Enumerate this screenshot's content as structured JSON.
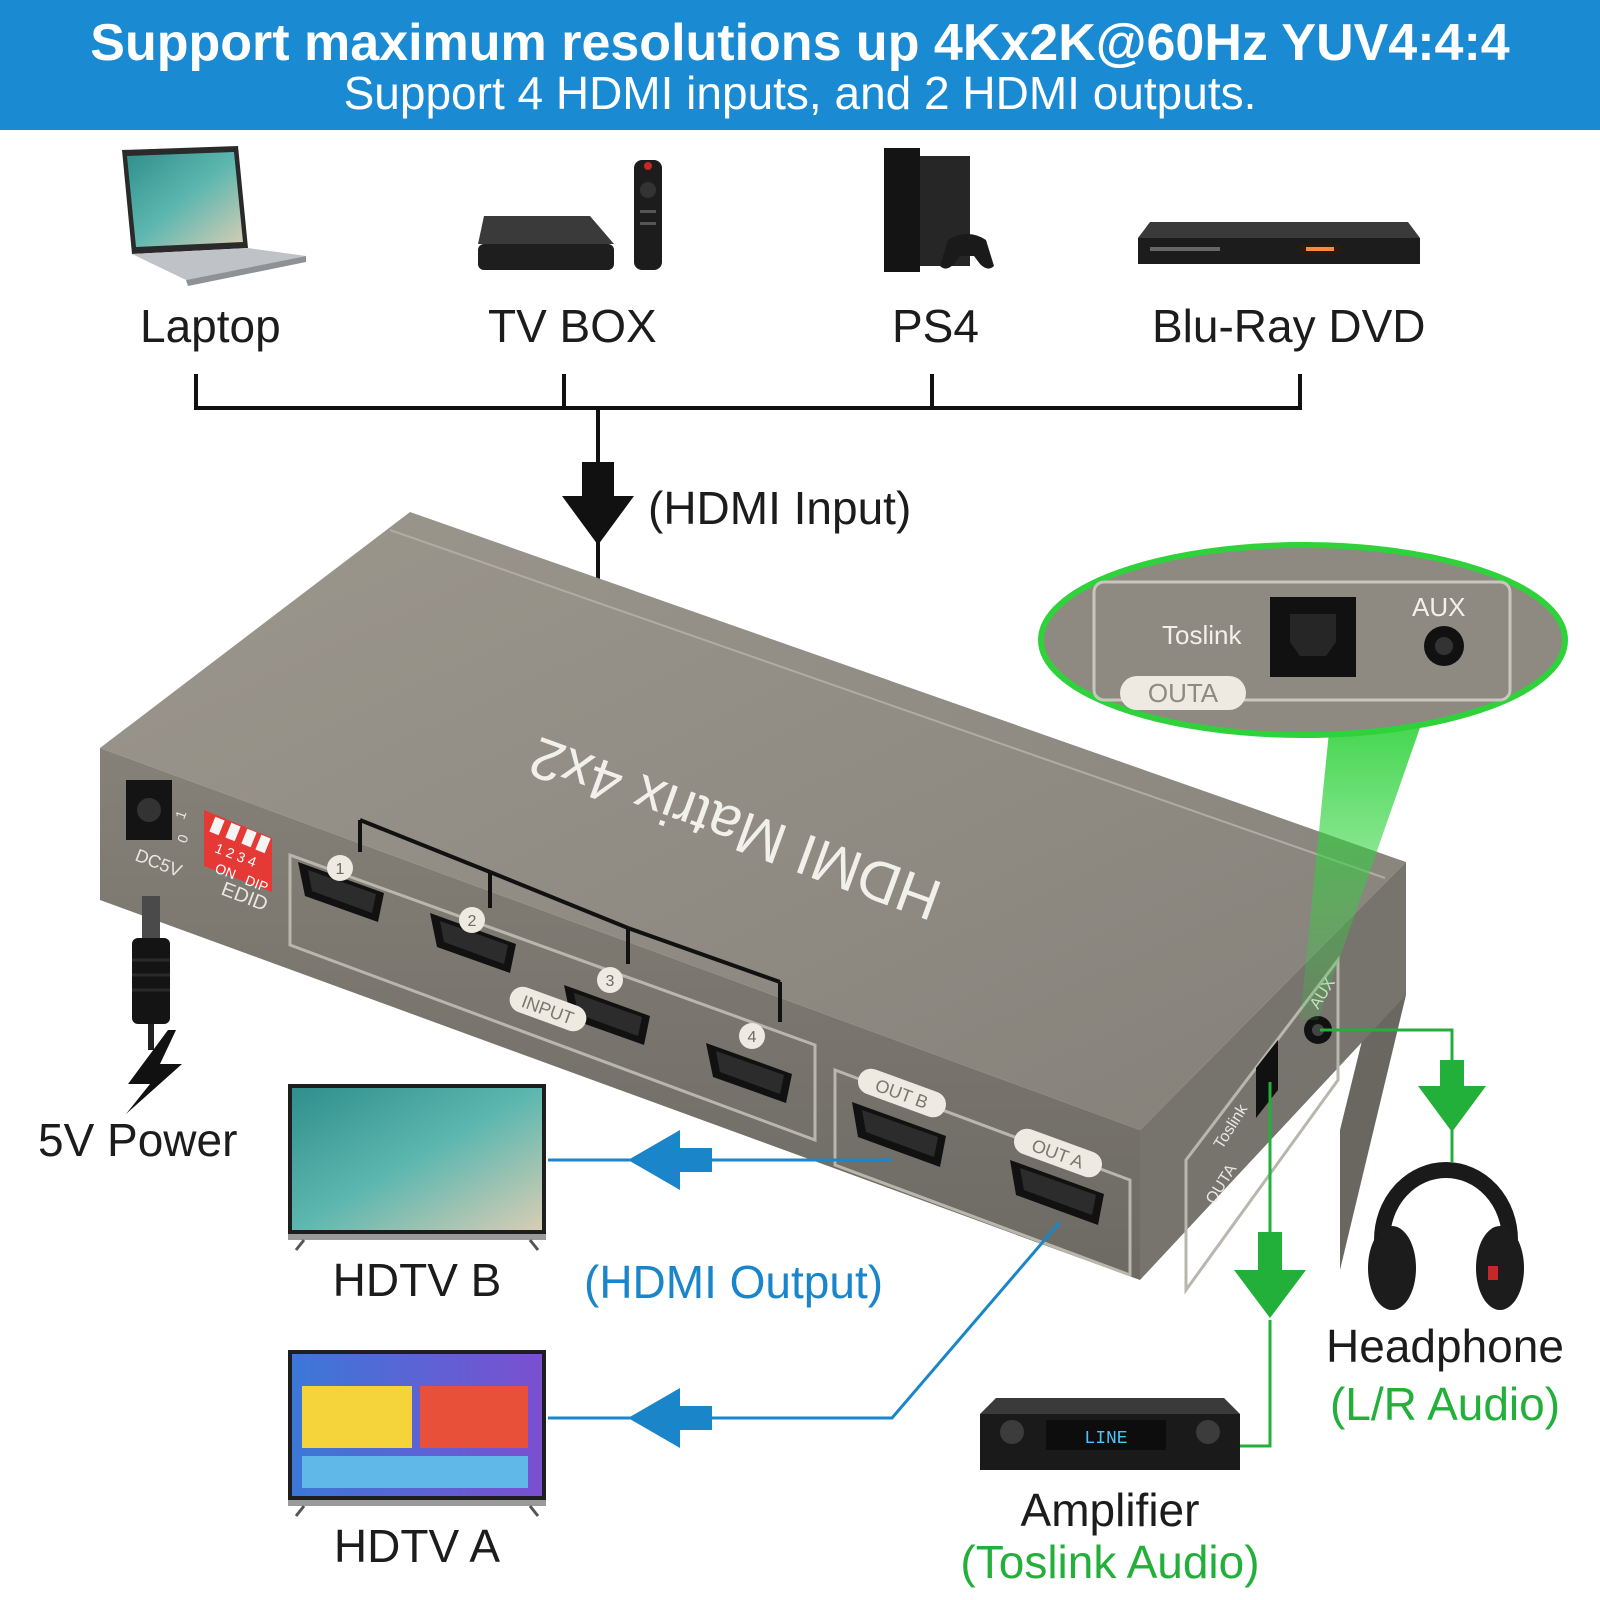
{
  "banner": {
    "title": "Support maximum resolutions up 4Kx2K@60Hz YUV4:4:4",
    "subtitle": "Support 4 HDMI inputs, and 2 HDMI outputs."
  },
  "sources": [
    {
      "label": "Laptop",
      "icon": "laptop-icon"
    },
    {
      "label": "TV BOX",
      "icon": "tv-box-icon"
    },
    {
      "label": "PS4",
      "icon": "ps4-console-icon"
    },
    {
      "label": "Blu-Ray DVD",
      "icon": "blu-ray-player-icon"
    }
  ],
  "hdmi_input_label": "(HDMI Input)",
  "hdmi_output_label": "(HDMI Output)",
  "device": {
    "brand_text": "HDMI Matrix 4x2",
    "dc_label": "DC5V",
    "dip": {
      "numbers": "1 2 3 4",
      "on_label": "ON",
      "dip_label": "DIP",
      "edid_label": "EDID"
    },
    "switch_marks": [
      "1",
      "0"
    ],
    "ports": [
      "1",
      "2",
      "3",
      "4"
    ],
    "input_label": "INPUT",
    "out_b": "OUT B",
    "out_a": "OUT A",
    "side_aux": "AUX",
    "side_toslink": "Toslink",
    "side_outa": "OUTA"
  },
  "zoom": {
    "toslink": "Toslink",
    "aux": "AUX",
    "outa": "OUTA"
  },
  "power_label": "5V Power",
  "outputs": {
    "hdtv_b": "HDTV B",
    "hdtv_a": "HDTV A",
    "headphone": "Headphone",
    "headphone_sub": "(L/R Audio)",
    "amplifier": "Amplifier",
    "amplifier_sub": "(Toslink Audio)",
    "amp_display": "LINE"
  },
  "colors": {
    "banner": "#1a8ad2",
    "hdmi_output": "#1a86c9",
    "audio": "#22b03a",
    "device": "#8f8b82"
  }
}
